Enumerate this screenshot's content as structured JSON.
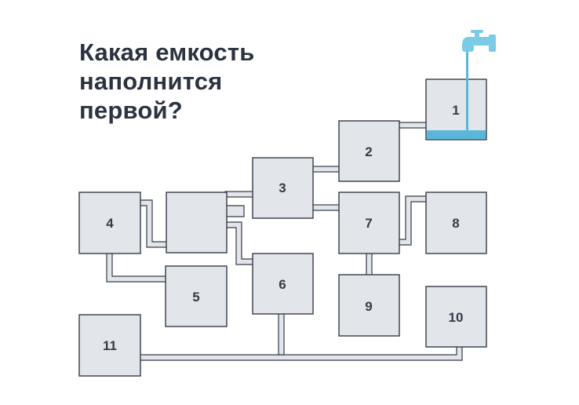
{
  "title": {
    "line1": "Какая емкость",
    "line2": "наполнится",
    "line3": "первой?"
  },
  "tanks": [
    "1",
    "2",
    "3",
    "4",
    "",
    "5",
    "6",
    "7",
    "8",
    "9",
    "10",
    "11"
  ],
  "tap_icon": "water-tap-icon",
  "colors": {
    "tank_fill": "#e2e5e9",
    "outline": "#353b48",
    "water": "#5bb7da",
    "tap": "#7ccbe6",
    "text": "#2b3340"
  }
}
